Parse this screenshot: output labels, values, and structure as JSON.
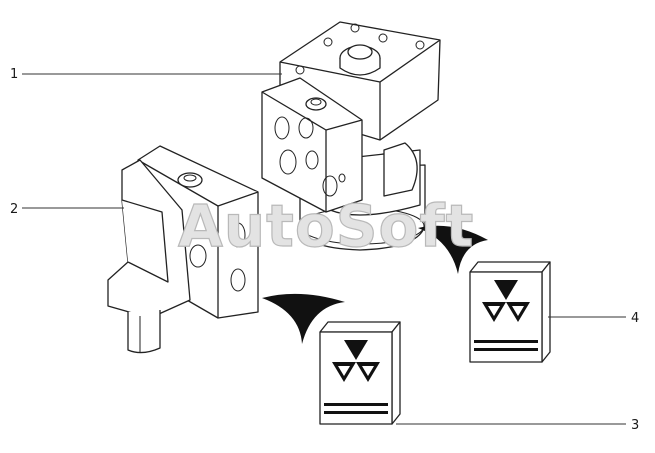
{
  "watermark": "AutoSoft",
  "callouts": [
    {
      "number": "1",
      "part": "steering-unit"
    },
    {
      "number": "2",
      "part": "priority-valve"
    },
    {
      "number": "3",
      "part": "part-box-3"
    },
    {
      "number": "4",
      "part": "part-box-4"
    }
  ],
  "icons": [
    "brand-logo-icon",
    "curved-arrow-icon"
  ],
  "colors": {
    "line": "#222222",
    "background": "#ffffff",
    "watermark": "#e3e3e3"
  }
}
